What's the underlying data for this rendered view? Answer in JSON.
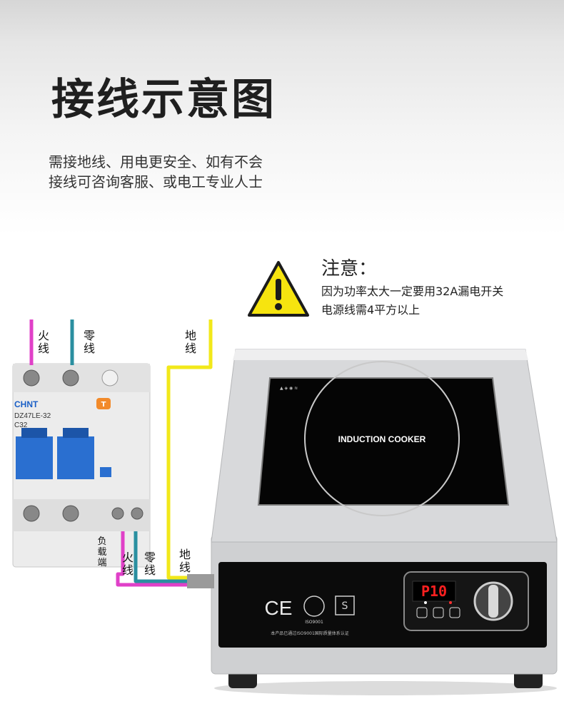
{
  "title": "接线示意图",
  "subtitle": {
    "line1": "需接地线、用电更安全、如有不会",
    "line2": "接线可咨询客服、或电工专业人士"
  },
  "notice": {
    "title": "注意：",
    "line1": "因为功率太大一定要用32A漏电开关",
    "line2": "电源线需4平方以上"
  },
  "wire_labels": {
    "top_live": [
      "火",
      "线"
    ],
    "top_neutral": [
      "零",
      "线"
    ],
    "top_ground": [
      "地",
      "线"
    ],
    "bottom_live": [
      "火",
      "线"
    ],
    "bottom_neutral": [
      "零",
      "线"
    ],
    "bottom_ground": [
      "地",
      "线"
    ],
    "load_end": [
      "负",
      "载",
      "端"
    ]
  },
  "breaker": {
    "brand": "CHNT",
    "model": "DZ47LE-32",
    "rating": "C32",
    "test_button": "T"
  },
  "cooktop": {
    "panel_text": "INDUCTION COOKER",
    "display": "P10",
    "cert_text": "本产品已通过ISO9001国际质量体系认证"
  },
  "colors": {
    "live": "#e040c8",
    "neutral": "#2a8fa0",
    "ground": "#f2e81a",
    "warning": "#f6e40f",
    "breaker_blue": "#2a6fd0"
  }
}
